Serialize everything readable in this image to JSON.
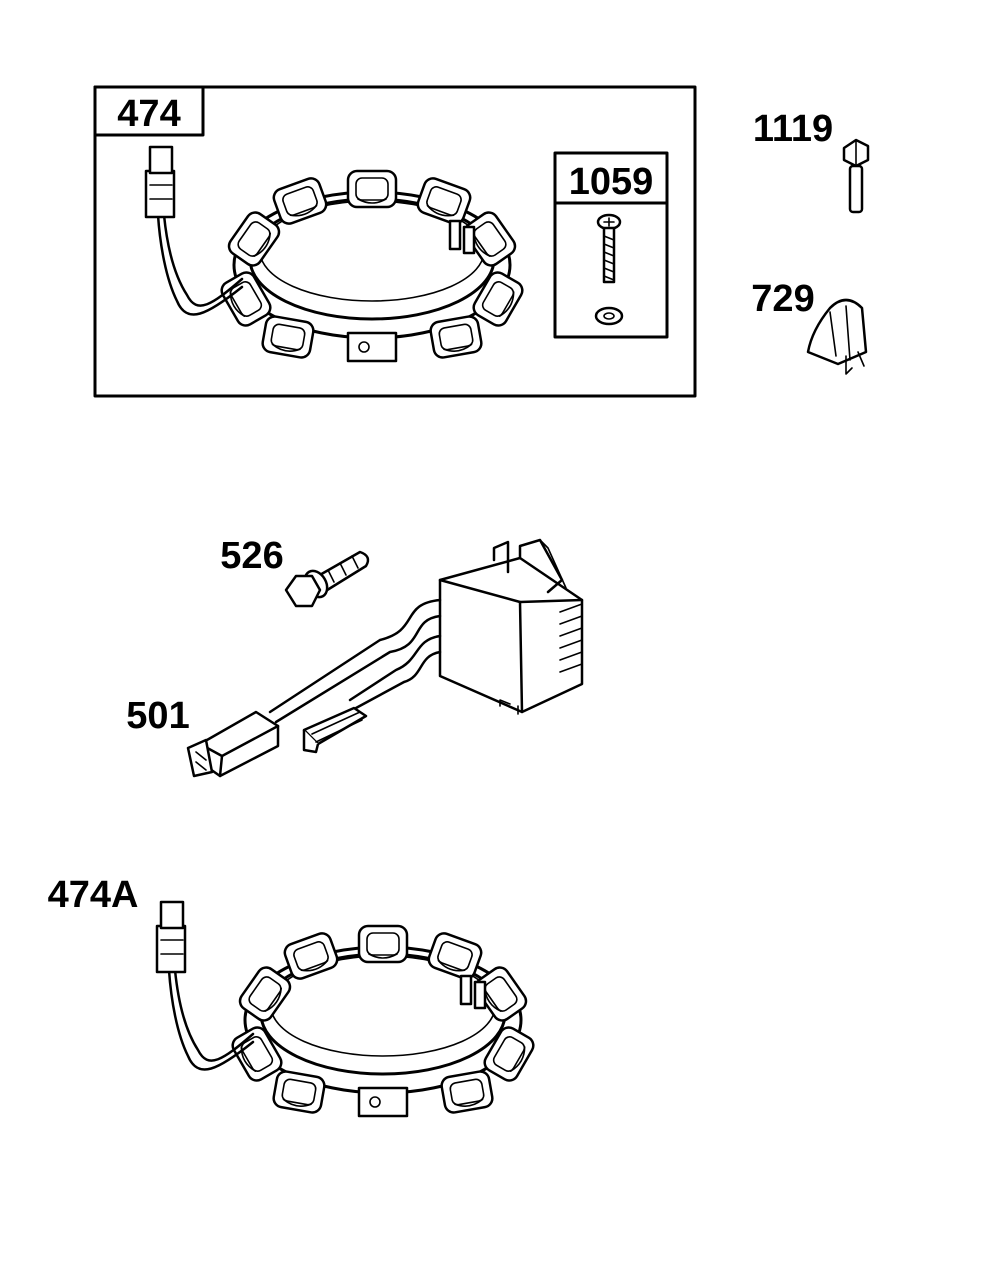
{
  "parts": {
    "stator_kit": "474",
    "screw_kit": "1059",
    "bolt": "1119",
    "clip": "729",
    "screw": "526",
    "regulator": "501",
    "stator": "474A"
  }
}
